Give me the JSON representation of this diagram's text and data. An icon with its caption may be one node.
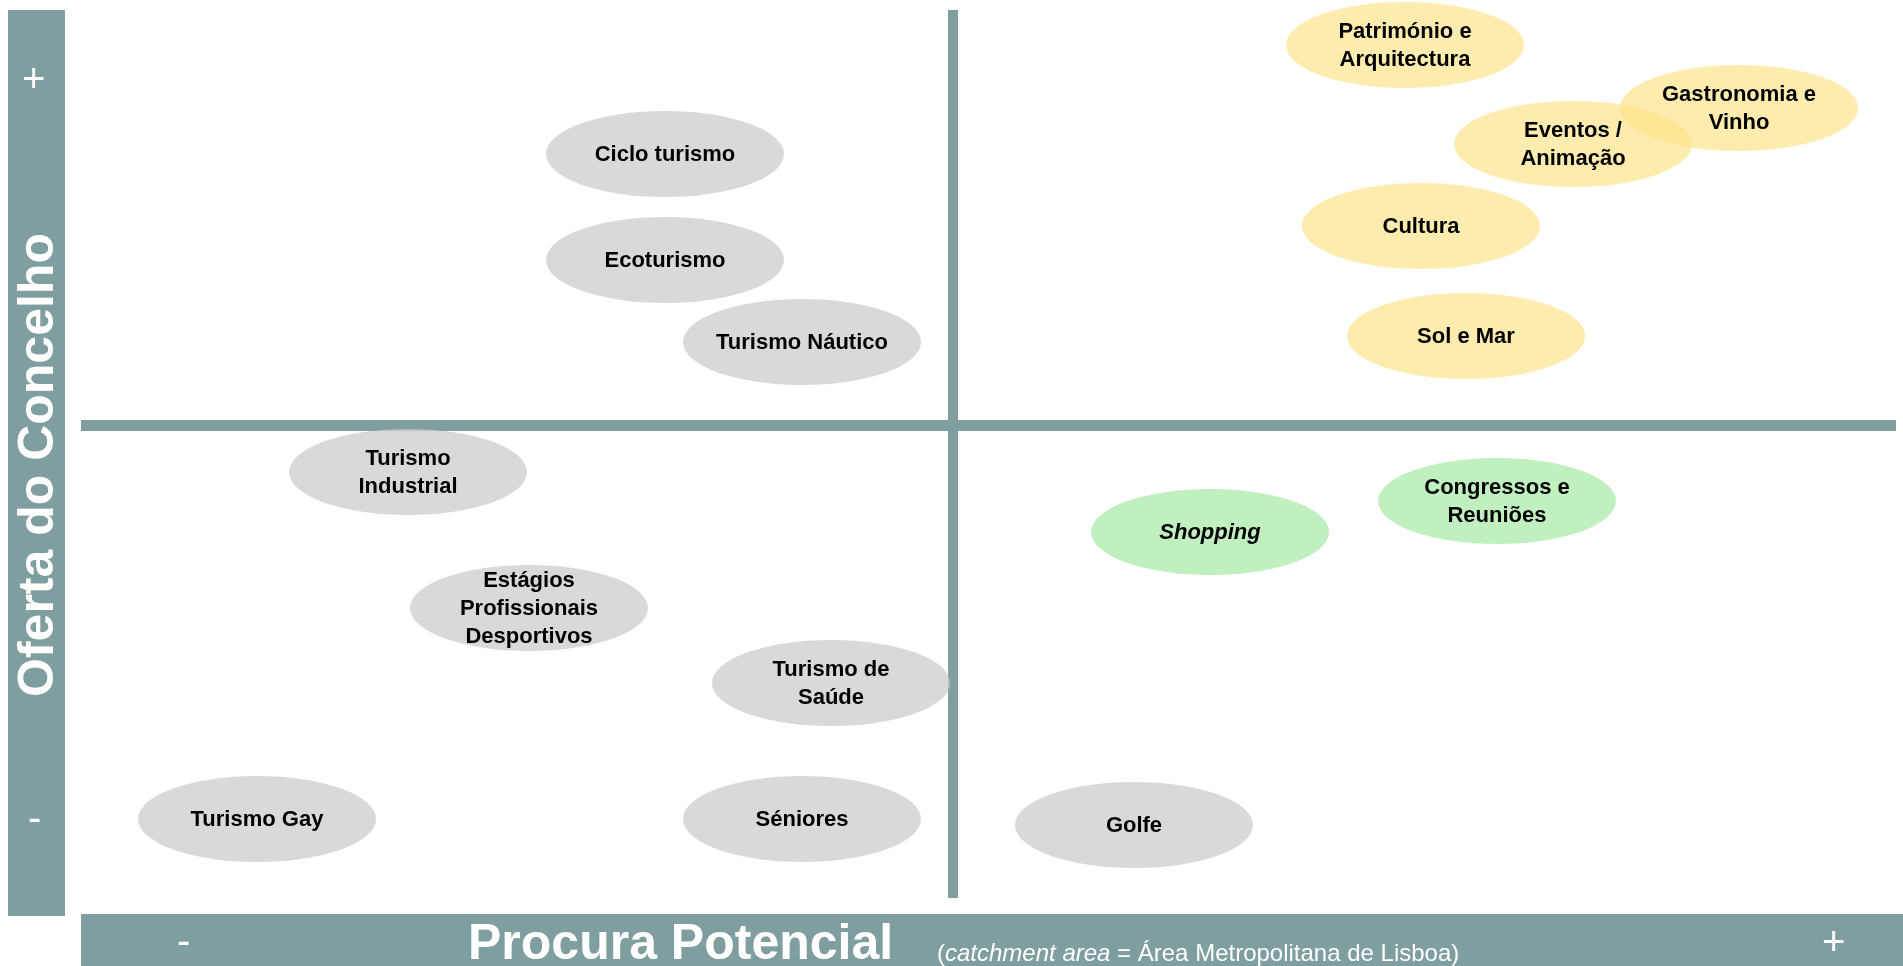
{
  "diagram": {
    "nodes": [
      {
        "text": [
          "Património e Arquitectura"
        ]
      },
      {
        "text": [
          "Gastronomia e Vinho"
        ]
      },
      {
        "text": [
          "Eventos / Animação"
        ]
      },
      {
        "text": [
          "Cultura"
        ]
      },
      {
        "text": [
          "Sol e Mar"
        ]
      },
      {
        "text": [
          "Ciclo turismo"
        ]
      },
      {
        "text": [
          "Ecoturismo"
        ]
      },
      {
        "text": [
          "Turismo Náutico"
        ]
      },
      {
        "text": [
          "Turismo Industrial"
        ]
      },
      {
        "text": [
          "Shopping"
        ]
      },
      {
        "text": [
          "Congressos e Reuniões"
        ]
      },
      {
        "text": [
          "Estágios Profissionais Desportivos"
        ]
      },
      {
        "text": [
          "Turismo de Saúde"
        ]
      },
      {
        "text": [
          "Turismo Gay"
        ]
      },
      {
        "text": [
          "Séniores"
        ]
      },
      {
        "text": [
          "Golfe"
        ]
      }
    ],
    "edges": [],
    "labels": [
      "+",
      "Oferta do Concelho",
      "-",
      "-",
      "Procura Potencial",
      "(*catchment area* = Área Metropolitana de Lisboa)",
      "+"
    ]
  }
}
